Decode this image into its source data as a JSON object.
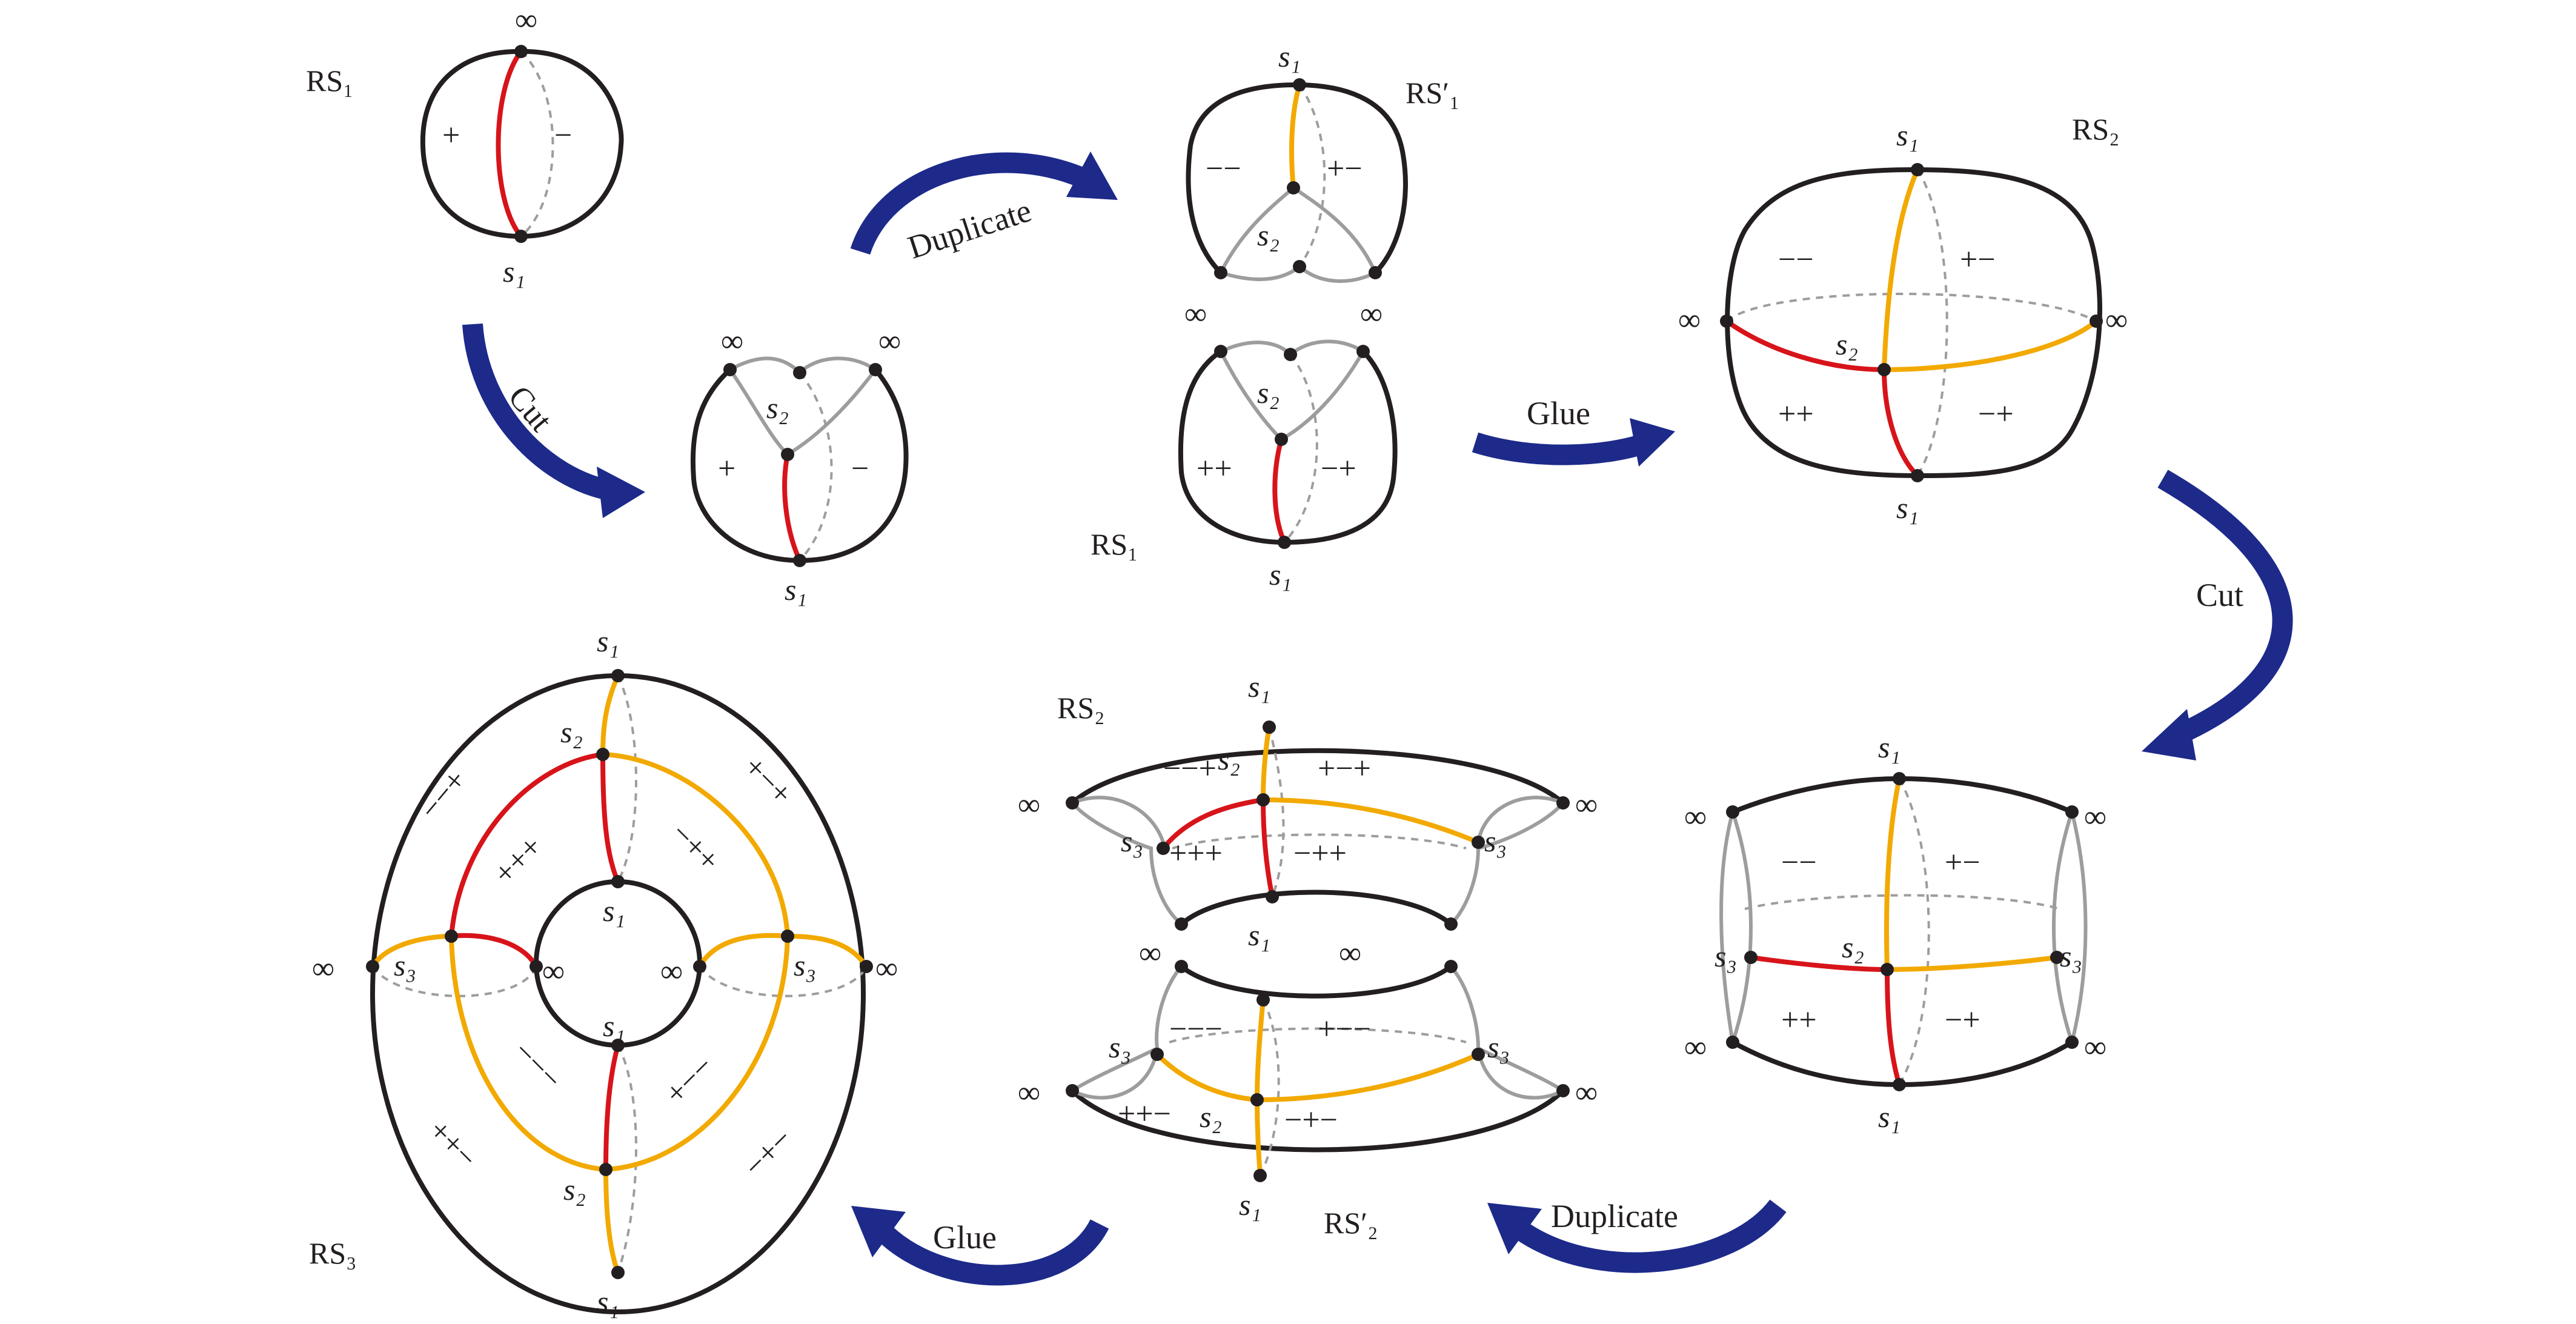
{
  "labels": {
    "rs1": "RS₁",
    "rs1_prime": "RS′₁",
    "rs2": "RS₂",
    "rs2_prime": "RS′₂",
    "rs3": "RS₃",
    "s1": "s₁",
    "s2": "s₂",
    "s3": "s₃",
    "inf": "∞"
  },
  "steps": {
    "cut": "Cut",
    "duplicate": "Duplicate",
    "glue": "Glue"
  },
  "signs": {
    "p": "+",
    "m": "−",
    "mm": "−−",
    "pm": "+−",
    "pp": "++",
    "mp": "−+",
    "mmp": "−−+",
    "pmp": "+−+",
    "ppp": "+++",
    "mpp": "−++",
    "mmm": "−−−",
    "pmm": "+−−",
    "ppm": "++−",
    "mpm": "−+−"
  },
  "colors": {
    "outline": "#231f20",
    "cut_red": "#d7141a",
    "cut_yellow": "#f2a900",
    "edge_gray": "#9d9d9c",
    "arrow_navy": "#1d2a8a"
  }
}
